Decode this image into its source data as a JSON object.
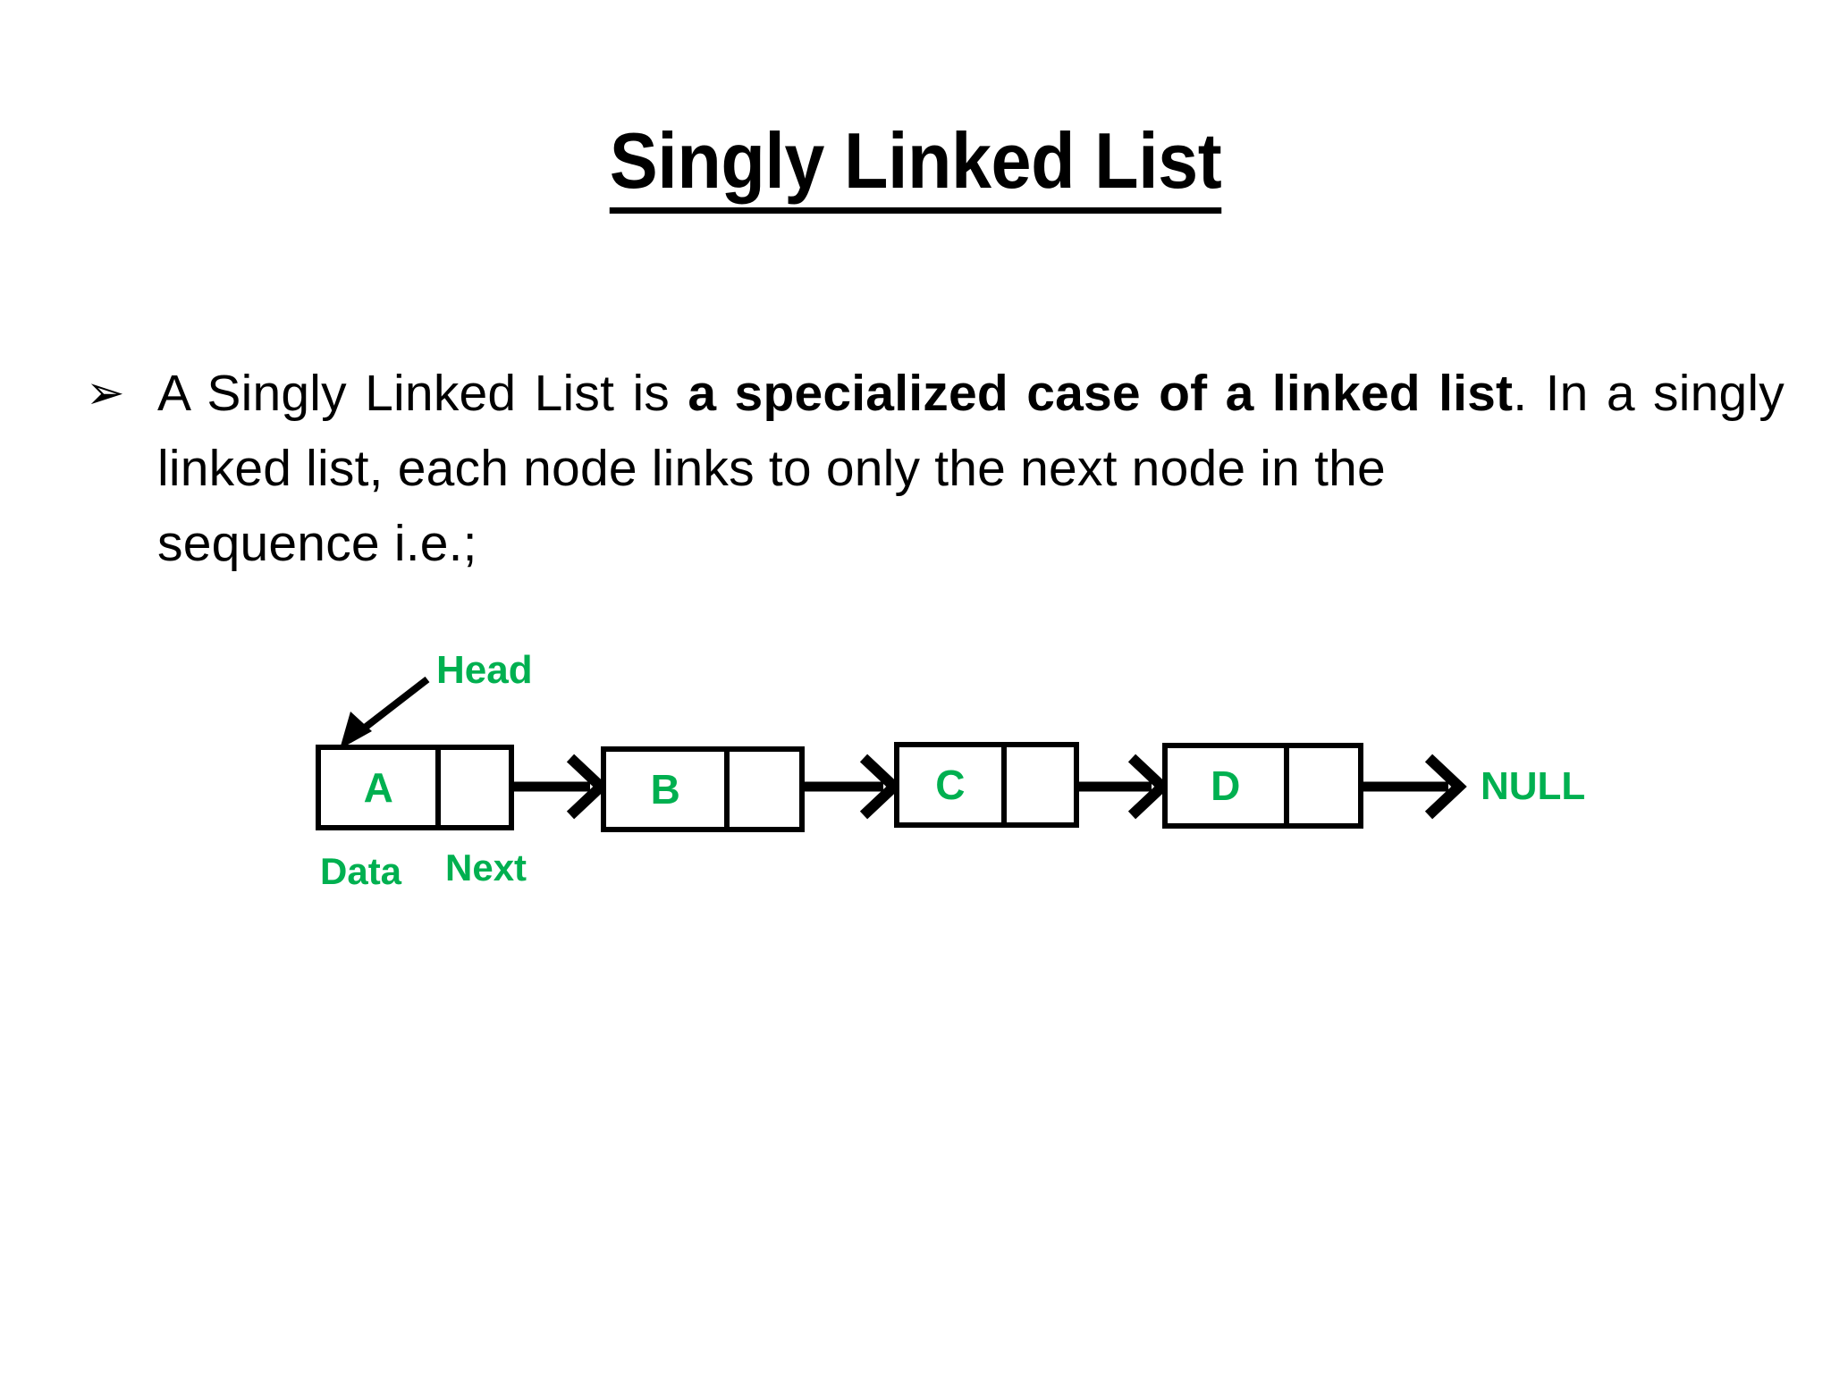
{
  "slide": {
    "background": "#ffffff",
    "title": "Singly Linked List",
    "accent_green": "#00b050",
    "ink": "#000000"
  },
  "body": {
    "bullet_glyph": "➢",
    "bullet_icon_name": "arrowhead-bullet-icon",
    "text_plain": "A Singly Linked List is a specialized case of a linked list. In a singly linked list, each node links to only the next node in the sequence i.e.;",
    "segments": [
      {
        "text": "A Singly Linked List is ",
        "bold": false
      },
      {
        "text": "a specialized case of a linked list",
        "bold": true
      },
      {
        "text": ". In a singly linked list, each node links to only the next node in the ",
        "bold": false
      }
    ],
    "last_line": "sequence i.e.;"
  },
  "diagram": {
    "name": "singly-linked-list-diagram",
    "head_label": "Head",
    "data_label": "Data",
    "next_label": "Next",
    "terminator_label": "NULL",
    "nodes": [
      {
        "id": "node-a",
        "data": "A",
        "next": ""
      },
      {
        "id": "node-b",
        "data": "B",
        "next": ""
      },
      {
        "id": "node-c",
        "data": "C",
        "next": ""
      },
      {
        "id": "node-d",
        "data": "D",
        "next": ""
      }
    ],
    "arrows": [
      {
        "name": "arrow-a-to-b",
        "from": "node-a",
        "to": "node-b"
      },
      {
        "name": "arrow-b-to-c",
        "from": "node-b",
        "to": "node-c"
      },
      {
        "name": "arrow-c-to-d",
        "from": "node-c",
        "to": "node-d"
      },
      {
        "name": "arrow-d-to-null",
        "from": "node-d",
        "to": "NULL"
      }
    ]
  }
}
